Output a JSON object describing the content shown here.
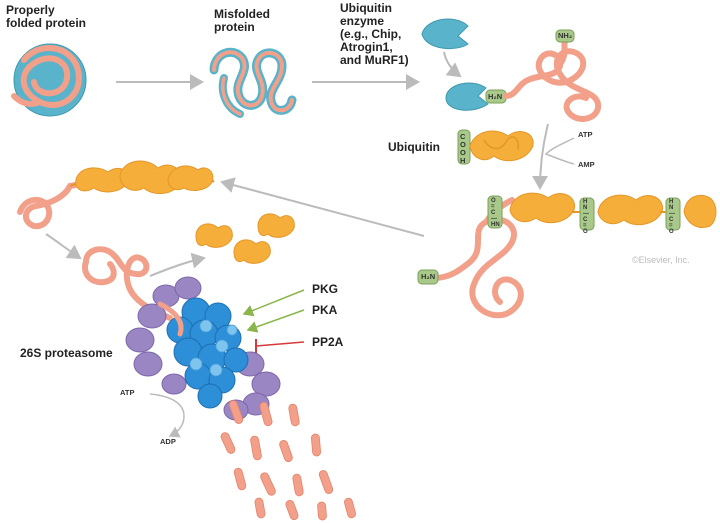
{
  "labels": {
    "properly_folded": "Properly\nfolded protein",
    "misfolded": "Misfolded\nprotein",
    "ubiquitin_enzyme": "Ubiquitin\nenzyme\n(e.g., Chip,\nAtrogin1,\nand MuRF1)",
    "ubiquitin": "Ubiquitin",
    "proteasome": "26S proteasome",
    "pkg": "PKG",
    "pka": "PKA",
    "pp2a": "PP2A"
  },
  "small_labels": {
    "nh2": "NH₂",
    "h2n_enzyme": "H₂N",
    "h2n_chain": "H₂N",
    "atp_top": "ATP",
    "amp": "AMP",
    "atp_bottom": "ATP",
    "adp": "ADP",
    "cooh": "COOH",
    "cooh_dash": "C\nO\nO\nH",
    "link1": "O\n=\nC\n—\nHN",
    "link2": "H\nN\n—\nC\n=\nO",
    "link3": "H\nN\n—\nC\n=\nO"
  },
  "watermark": "©Elsevier, Inc.",
  "colors": {
    "globule": "#59b4cb",
    "protein": "#f2a08a",
    "protein_stroke": "#e8806a",
    "ubiquitin": "#f5ae3a",
    "ubiquitin_stroke": "#e59628",
    "amine_box": "#a8c98a",
    "proteasome_lid": "#9a86c2",
    "proteasome_core": "#2c8fd8",
    "arrow_gray": "#bbbbbb",
    "activator_green": "#8ab54a",
    "inhibitor_red": "#d63a3a"
  }
}
